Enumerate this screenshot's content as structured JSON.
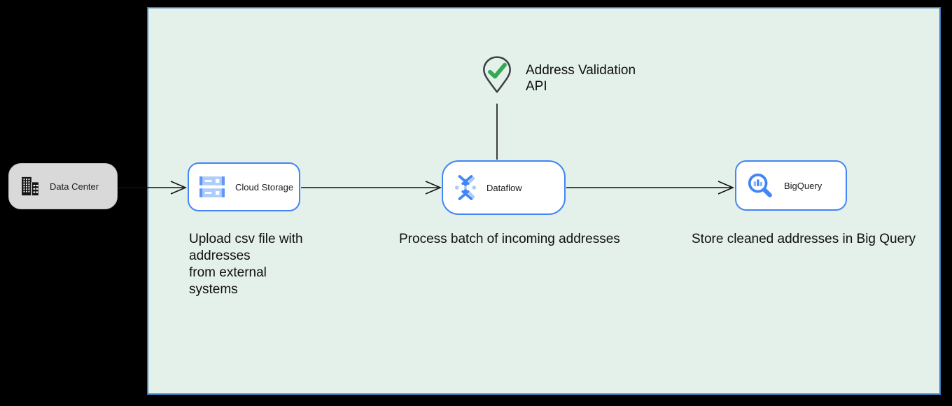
{
  "diagram": {
    "nodes": {
      "data_center": {
        "label": "Data Center",
        "icon": "building-icon"
      },
      "cloud_storage": {
        "label": "Cloud Storage",
        "icon": "cloud-storage-icon"
      },
      "dataflow": {
        "label": "Dataflow",
        "icon": "dataflow-icon"
      },
      "bigquery": {
        "label": "BigQuery",
        "icon": "bigquery-search-chart-icon"
      },
      "address_validation": {
        "label": "Address Validation\nAPI",
        "icon": "map-pin-check-icon"
      }
    },
    "captions": {
      "upload": "Upload csv file with\naddresses\nfrom external\nsystems",
      "process": "Process batch of incoming addresses",
      "store": "Store cleaned addresses in Big Query"
    },
    "connectors": [
      {
        "from": "data_center",
        "to": "cloud_storage",
        "type": "arrow"
      },
      {
        "from": "cloud_storage",
        "to": "dataflow",
        "type": "arrow"
      },
      {
        "from": "dataflow",
        "to": "bigquery",
        "type": "arrow"
      },
      {
        "from": "address_validation",
        "to": "dataflow",
        "type": "line"
      }
    ],
    "colors": {
      "background": "#000000",
      "board_fill": "#e4f1ea",
      "board_border": "#3e7cc0",
      "node_fill": "#ffffff",
      "node_border": "#4285f4",
      "data_center_fill": "#d9d9d9",
      "google_blue": "#4285f4",
      "light_blue": "#aecbfa",
      "check_green": "#34a853",
      "pin_outline": "#3a4043",
      "connector": "#111111",
      "text": "#0f0f0f"
    }
  }
}
